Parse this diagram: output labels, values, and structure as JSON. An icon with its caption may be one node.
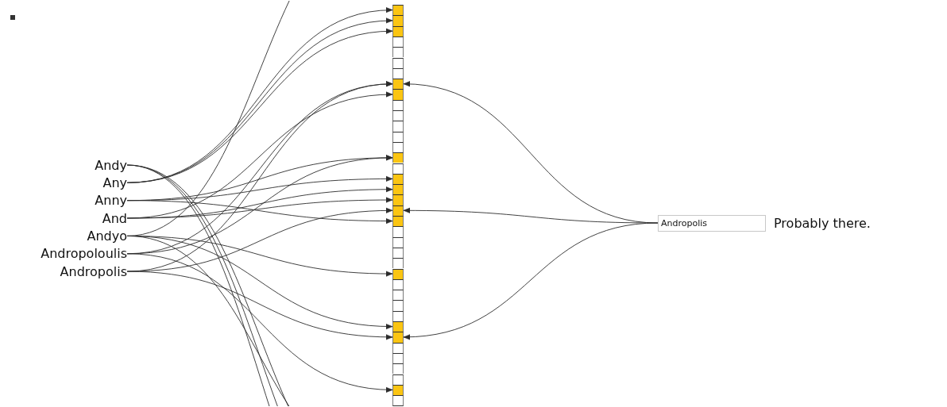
{
  "diagram": {
    "nodes": [
      {
        "text": [
          "Andy"
        ]
      },
      {
        "text": [
          "Any"
        ]
      },
      {
        "text": [
          "Anny"
        ]
      },
      {
        "text": [
          "And"
        ]
      },
      {
        "text": [
          "Andyo"
        ]
      },
      {
        "text": [
          "Andropoloulis"
        ]
      },
      {
        "text": [
          "Andropolis"
        ]
      },
      {
        "text": [],
        "shape": "box"
      },
      {
        "text": [],
        "shape": "box"
      },
      {
        "text": [],
        "shape": "box"
      },
      {
        "text": [],
        "shape": "box"
      },
      {
        "text": [],
        "shape": "box"
      },
      {
        "text": [],
        "shape": "box"
      },
      {
        "text": [],
        "shape": "box"
      },
      {
        "text": [],
        "shape": "box"
      },
      {
        "text": [],
        "shape": "box"
      },
      {
        "text": [],
        "shape": "box"
      },
      {
        "text": [],
        "shape": "box"
      },
      {
        "text": [],
        "shape": "box"
      },
      {
        "text": [],
        "shape": "box"
      },
      {
        "text": [],
        "shape": "box"
      },
      {
        "text": [],
        "shape": "box"
      },
      {
        "text": [],
        "shape": "box"
      },
      {
        "text": [],
        "shape": "box"
      },
      {
        "text": [],
        "shape": "box"
      },
      {
        "text": [],
        "shape": "box"
      },
      {
        "text": [],
        "shape": "box"
      },
      {
        "text": [],
        "shape": "box"
      },
      {
        "text": [],
        "shape": "box"
      },
      {
        "text": [],
        "shape": "box"
      },
      {
        "text": [],
        "shape": "box"
      },
      {
        "text": [],
        "shape": "box"
      },
      {
        "text": [],
        "shape": "box"
      },
      {
        "text": [],
        "shape": "box"
      },
      {
        "text": [],
        "shape": "box"
      },
      {
        "text": [],
        "shape": "box"
      },
      {
        "text": [],
        "shape": "box"
      },
      {
        "text": [],
        "shape": "box"
      },
      {
        "text": [],
        "shape": "box"
      },
      {
        "text": [],
        "shape": "box"
      },
      {
        "text": [],
        "shape": "box"
      },
      {
        "text": [],
        "shape": "box"
      },
      {
        "text": [],
        "shape": "box"
      },
      {
        "text": [],
        "shape": "box"
      },
      {
        "text": [],
        "shape": "box"
      },
      {
        "text": [
          "Andropolis"
        ],
        "beside": [
          "Probably there."
        ]
      }
    ],
    "edges": [
      {
        "from": 0,
        "to": null,
        "arrow": "none"
      },
      {
        "from": 0,
        "to": null,
        "arrow": "none"
      },
      {
        "from": 0,
        "to": null,
        "arrow": "none"
      },
      {
        "from": 1,
        "to": 7,
        "arrow": "to"
      },
      {
        "from": 1,
        "to": 8,
        "arrow": "to"
      },
      {
        "from": 1,
        "to": 9,
        "arrow": "to"
      },
      {
        "from": 2,
        "to": 21,
        "arrow": "to"
      },
      {
        "from": 2,
        "to": 23,
        "arrow": "to"
      },
      {
        "from": 2,
        "to": 27,
        "arrow": "to"
      },
      {
        "from": 3,
        "to": 15,
        "arrow": "to"
      },
      {
        "from": 3,
        "to": 24,
        "arrow": "to"
      },
      {
        "from": 3,
        "to": 25,
        "arrow": "to"
      },
      {
        "from": 4,
        "to": null,
        "arrow": "none"
      },
      {
        "from": 4,
        "to": 32,
        "arrow": "to"
      },
      {
        "from": 4,
        "to": 37,
        "arrow": "to"
      },
      {
        "from": 4,
        "to": null,
        "arrow": "none"
      },
      {
        "from": 5,
        "to": 14,
        "arrow": "to"
      },
      {
        "from": 5,
        "to": 21,
        "arrow": "to"
      },
      {
        "from": 5,
        "to": 43,
        "arrow": "to"
      },
      {
        "from": 6,
        "to": 14,
        "arrow": "to"
      },
      {
        "from": 6,
        "to": 26,
        "arrow": "to"
      },
      {
        "from": 6,
        "to": 38,
        "arrow": "to"
      },
      {
        "from": 45,
        "to": 14,
        "arrow": "to"
      },
      {
        "from": 45,
        "to": 26,
        "arrow": "to"
      },
      {
        "from": 45,
        "to": 38,
        "arrow": "to"
      }
    ]
  }
}
